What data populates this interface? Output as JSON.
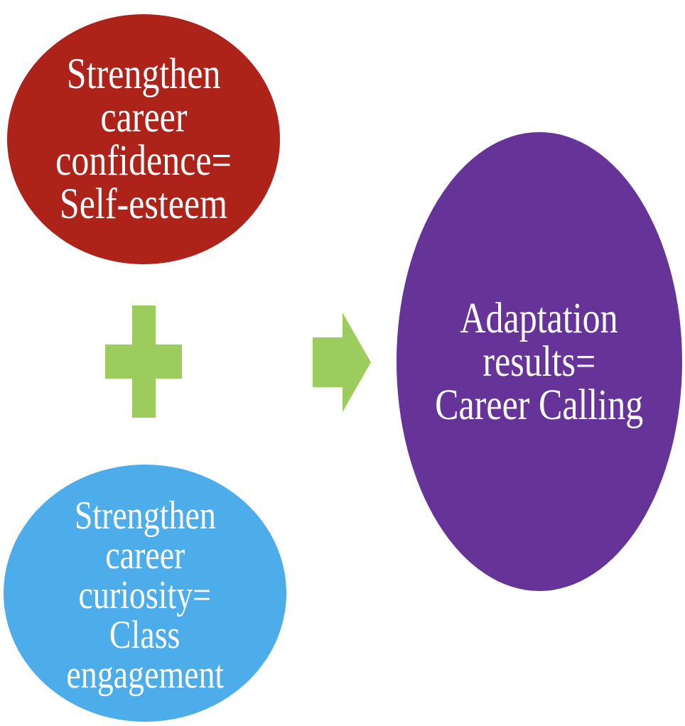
{
  "diagram": {
    "top_node": {
      "lines": [
        "Strengthen",
        "career",
        "confidence=",
        "Self-esteem"
      ],
      "color": "#ad2219"
    },
    "bottom_node": {
      "lines": [
        "Strengthen",
        "career",
        "curiosity=",
        "Class",
        "engagement"
      ],
      "color": "#4dadea"
    },
    "result_node": {
      "lines": [
        "Adaptation",
        "results=",
        "Career Calling"
      ],
      "color": "#663399"
    },
    "connector_color": "#9ccc5e",
    "plus_icon": "plus-icon",
    "arrow_icon": "arrow-right-icon"
  }
}
